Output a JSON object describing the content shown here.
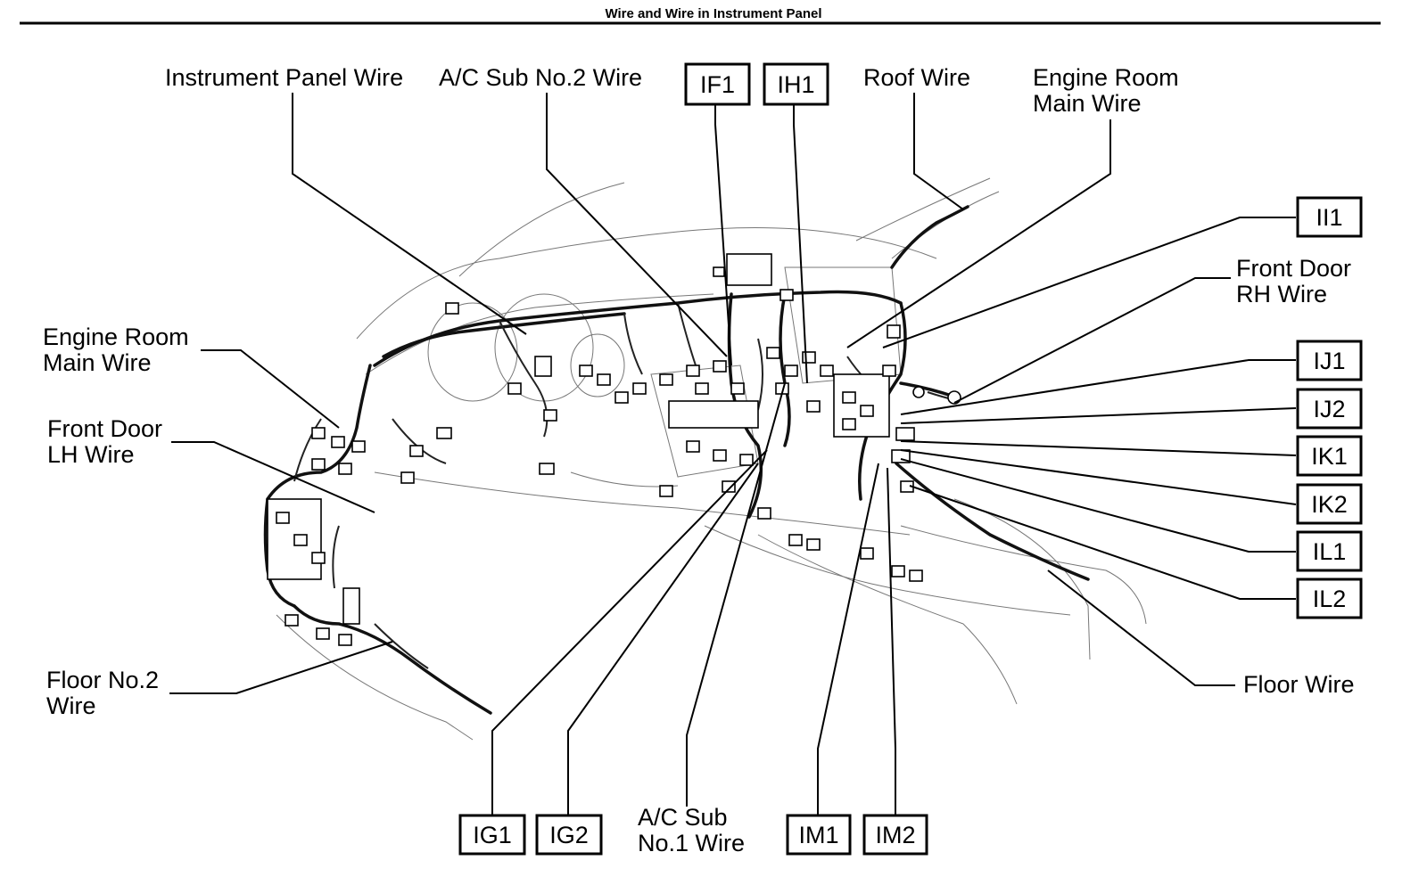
{
  "title": "Wire and Wire in Instrument Panel",
  "labels": {
    "instrument_panel_wire": "Instrument Panel Wire",
    "ac_sub_no2_wire": "A/C Sub No.2 Wire",
    "roof_wire": "Roof Wire",
    "engine_room_main_wire_right": [
      "Engine Room",
      "Main Wire"
    ],
    "engine_room_main_wire_left": [
      "Engine Room",
      "Main Wire"
    ],
    "front_door_rh_wire": [
      "Front Door",
      "RH Wire"
    ],
    "front_door_lh_wire": [
      "Front Door",
      "LH Wire"
    ],
    "floor_no2_wire": [
      "Floor No.2",
      "Wire"
    ],
    "floor_wire": "Floor Wire",
    "ac_sub_no1_wire": [
      "A/C Sub",
      "No.1 Wire"
    ]
  },
  "connectors": {
    "IF1": "IF1",
    "IH1": "IH1",
    "II1": "II1",
    "IJ1": "IJ1",
    "IJ2": "IJ2",
    "IK1": "IK1",
    "IK2": "IK2",
    "IL1": "IL1",
    "IL2": "IL2",
    "IG1": "IG1",
    "IG2": "IG2",
    "IM1": "IM1",
    "IM2": "IM2"
  }
}
